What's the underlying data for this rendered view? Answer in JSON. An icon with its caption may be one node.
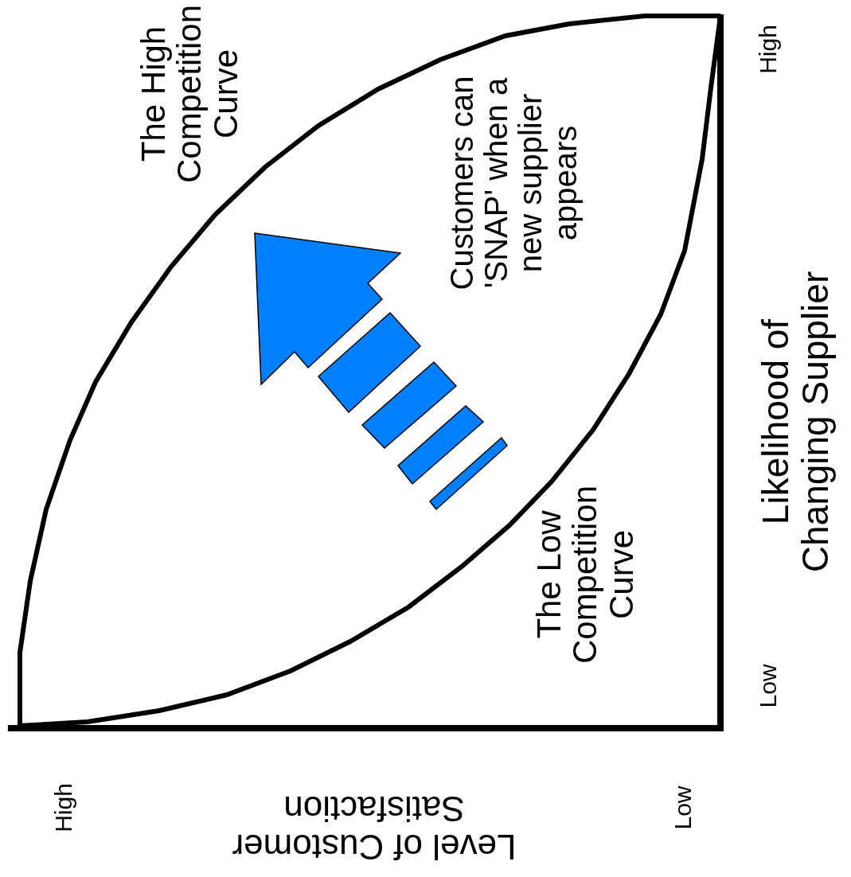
{
  "diagram": {
    "labels": [
      "The High Competition Curve",
      "High",
      "Customers can 'SNAP' when a new supplier appears",
      "Likelihood of Changing Supplier",
      "The Low Competition Curve",
      "Low",
      "High",
      "Level of Customer Satisfaction",
      "Low"
    ]
  }
}
